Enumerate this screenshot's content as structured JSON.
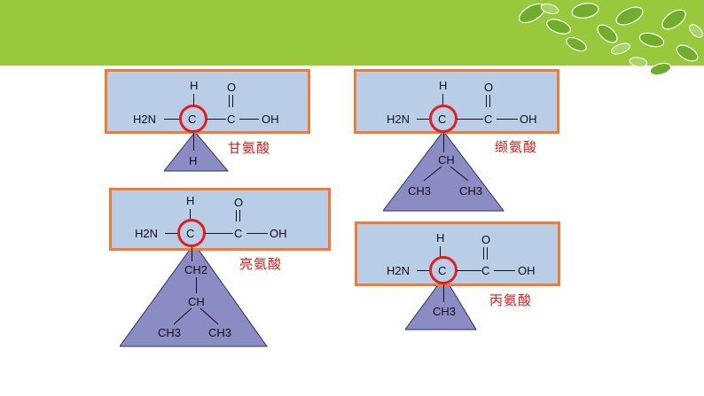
{
  "colors": {
    "top_bar": "#98c93c",
    "panel_fill": "#b9cde6",
    "panel_border": "#f07a36",
    "triangle_fill": "#8c8cc4",
    "circle": "#e02020",
    "name_text": "#d02020"
  },
  "common": {
    "H": "H",
    "O": "O",
    "H2N": "H2N",
    "C": "C",
    "OH": "OH"
  },
  "molecules": [
    {
      "name": "甘氨酸",
      "r_group": [
        "H"
      ]
    },
    {
      "name": "缬氨酸",
      "r_group": [
        "CH",
        "CH3",
        "CH3"
      ]
    },
    {
      "name": "亮氨酸",
      "r_group": [
        "CH2",
        "CH",
        "CH3",
        "CH3"
      ]
    },
    {
      "name": "丙氨酸",
      "r_group": [
        "CH3"
      ]
    }
  ]
}
